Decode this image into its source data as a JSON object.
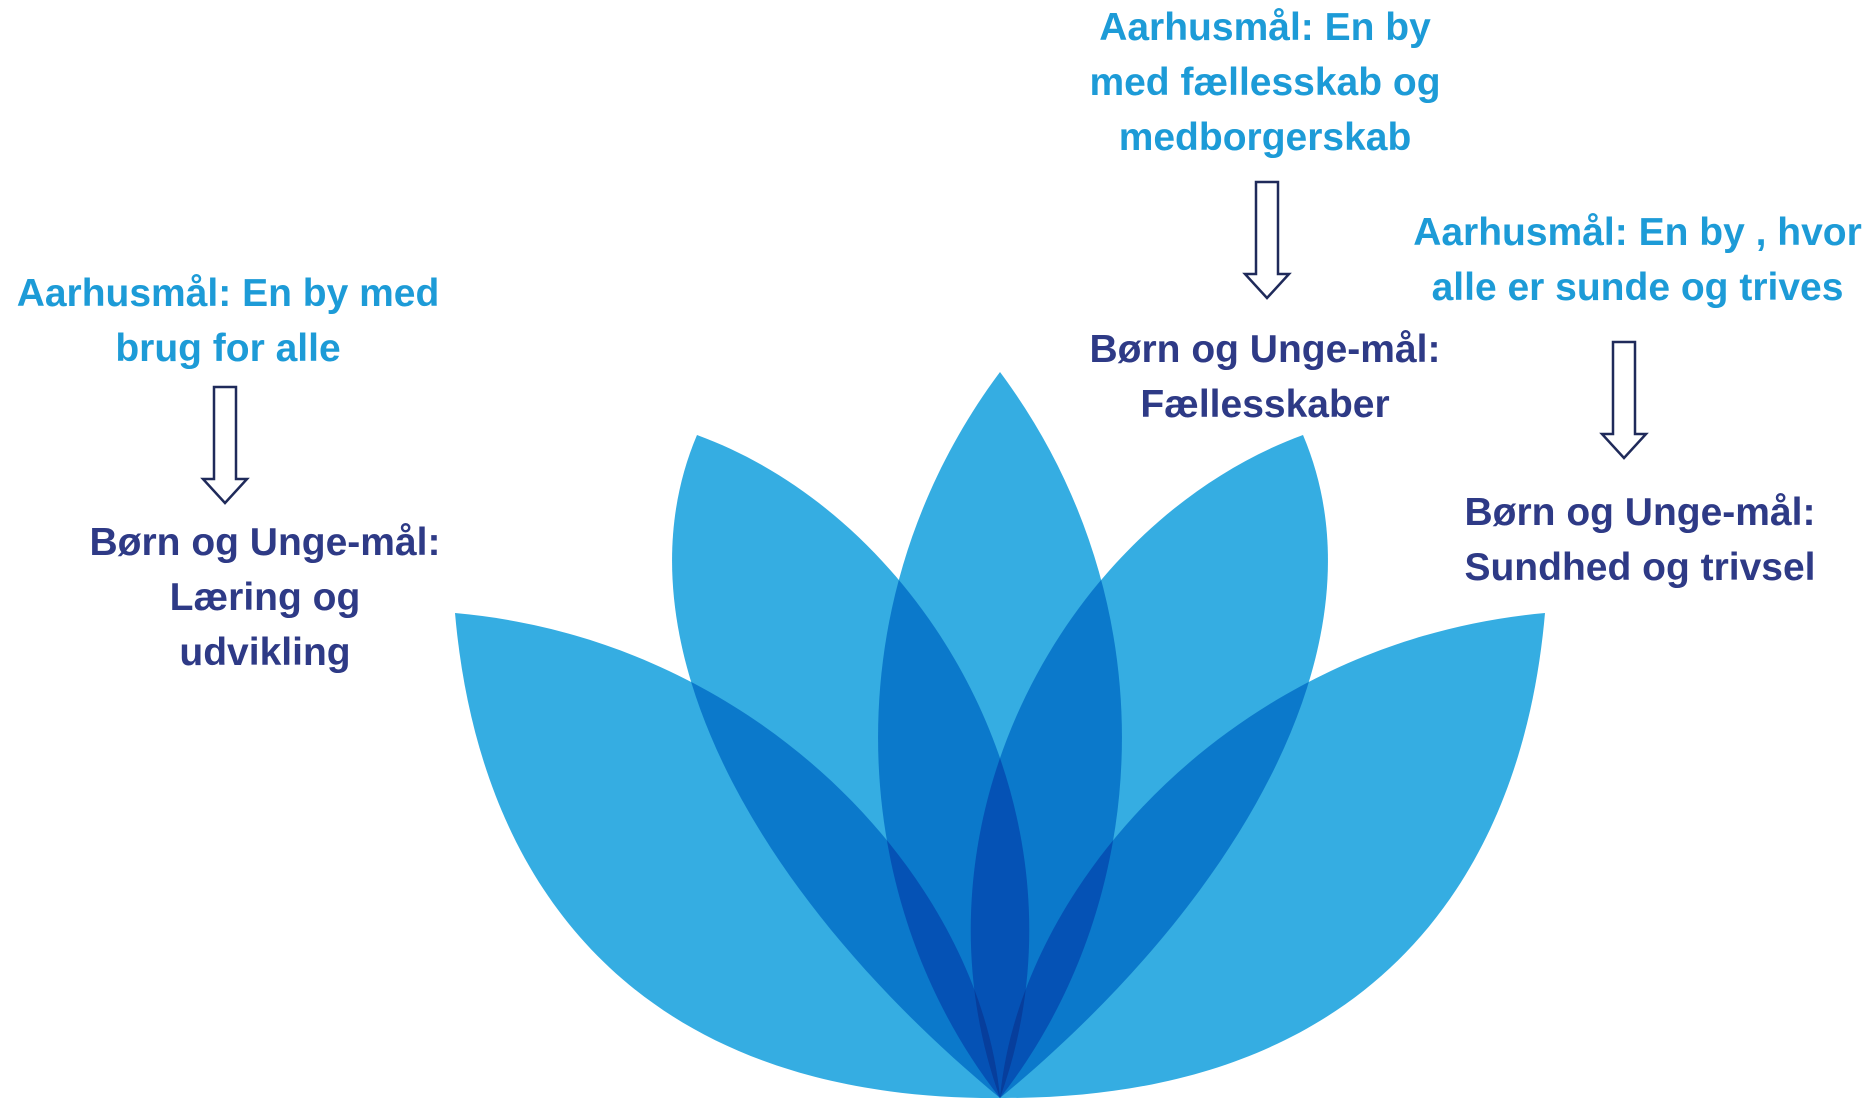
{
  "goals": [
    {
      "id": "brug",
      "city_goal": "Aarhusmål: En by med\nbrug  for alle",
      "child_goal": "Børn og Unge-mål:\nLæring og\nudvikling"
    },
    {
      "id": "faellesskab",
      "city_goal": "Aarhusmål: En by\nmed  fællesskab og\nmedborgerskab",
      "child_goal": "Børn og Unge-mål:\nFællesskaber"
    },
    {
      "id": "sundhed",
      "city_goal": "Aarhusmål: En by , hvor\nalle er  sunde og trives",
      "child_goal": "Børn og Unge-mål:\nSundhed og trivsel"
    }
  ],
  "colors": {
    "city_goal_text": "#1D9BD7",
    "child_goal_text": "#2E3A86",
    "petal_light": "#35ADE2",
    "petal_mid": "#0B79CB",
    "petal_dark": "#0552B5",
    "petal_darkest": "#073E9C",
    "arrow_stroke": "#1F2A5A"
  },
  "icons": {
    "arrow": "down-arrow-outline-icon",
    "logo": "lotus-flower-logo"
  }
}
